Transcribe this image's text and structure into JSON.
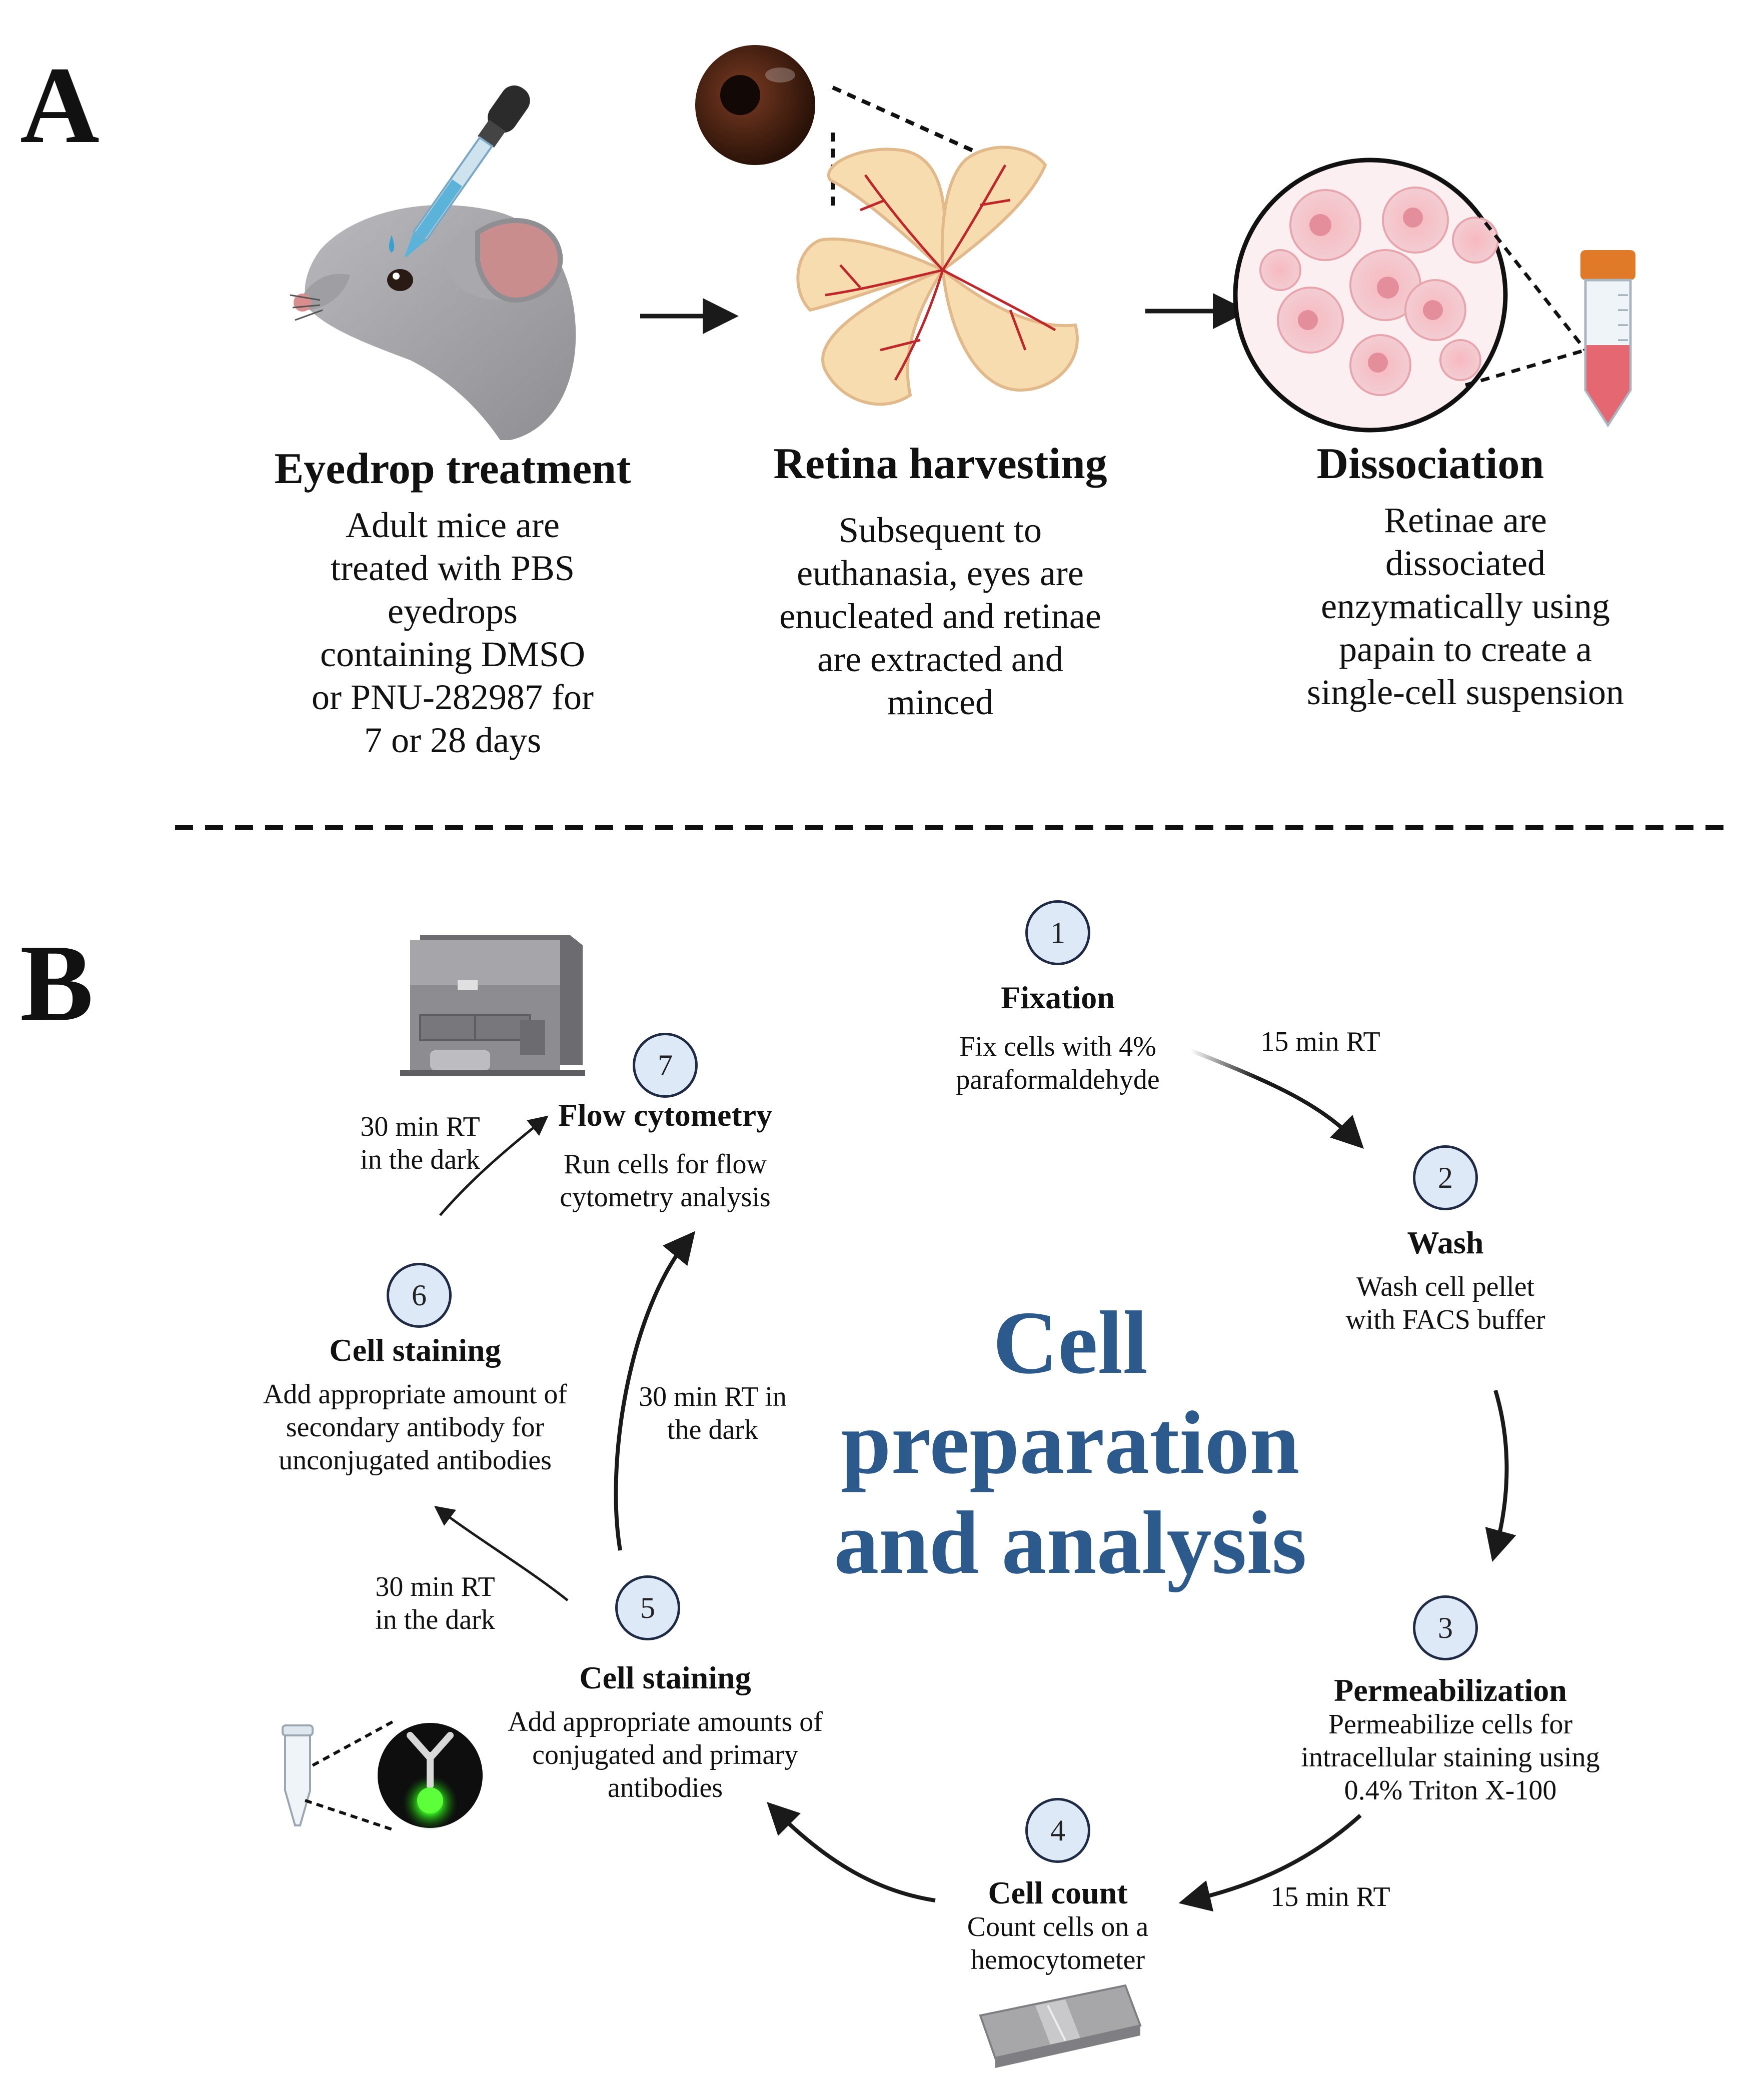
{
  "panels": {
    "a": "A",
    "b": "B"
  },
  "panel_a": {
    "steps": [
      {
        "title": "Eyedrop treatment",
        "lines": [
          "Adult mice are",
          "treated with PBS",
          "eyedrops",
          "containing DMSO",
          "or PNU-282987 for",
          "7 or 28 days"
        ]
      },
      {
        "title": "Retina harvesting",
        "lines": [
          "Subsequent to",
          "euthanasia, eyes are",
          "enucleated and retinae",
          "are extracted and",
          "minced"
        ]
      },
      {
        "title": "Dissociation",
        "lines": [
          "Retinae are",
          "dissociated",
          "enzymatically using",
          "papain to create a",
          "single-cell suspension"
        ]
      }
    ]
  },
  "panel_b": {
    "center_title": [
      "Cell",
      "preparation",
      "and analysis"
    ],
    "steps": [
      {
        "number": "1",
        "title": "Fixation",
        "lines": [
          "Fix cells with 4%",
          "paraformaldehyde"
        ]
      },
      {
        "number": "2",
        "title": "Wash",
        "lines": [
          "Wash cell pellet",
          "with FACS buffer"
        ]
      },
      {
        "number": "3",
        "title": "Permeabilization",
        "lines": [
          "Permeabilize cells for",
          "intracellular staining using",
          "0.4% Triton X-100"
        ]
      },
      {
        "number": "4",
        "title": "Cell count",
        "lines": [
          "Count cells on a",
          "hemocytometer"
        ]
      },
      {
        "number": "5",
        "title": "Cell staining",
        "lines": [
          "Add appropriate amounts of",
          "conjugated and primary",
          "antibodies"
        ]
      },
      {
        "number": "6",
        "title": "Cell staining",
        "lines": [
          "Add appropriate amount of",
          "secondary antibody for",
          "unconjugated antibodies"
        ]
      },
      {
        "number": "7",
        "title": "Flow cytometry",
        "lines": [
          "Run cells for flow",
          "cytometry analysis"
        ]
      }
    ],
    "conditions": {
      "c1": [
        "15 min RT"
      ],
      "c3": [
        "15 min RT"
      ],
      "c5": [
        "30 min RT",
        "in the dark"
      ],
      "c5b": [
        "30 min RT in",
        "the dark"
      ],
      "c6": [
        "30 min RT",
        "in the dark"
      ]
    }
  },
  "colors": {
    "accent_blue": "#2c5a8c",
    "number_fill": "#dde9f6",
    "vessel_red": "#c0262a",
    "tube_cap": "#e07a28"
  }
}
